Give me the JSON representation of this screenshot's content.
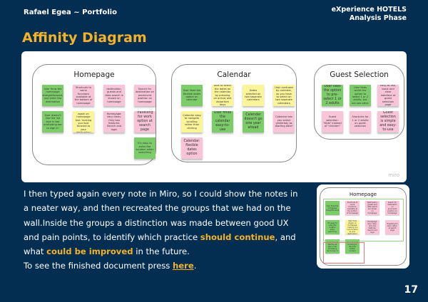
{
  "header": {
    "left": "Rafael Egea ~ Portfolio",
    "right_line1": "eXperience HOTELS",
    "right_line2": "Analysis Phase"
  },
  "title": "Affinity Diagram",
  "colors": {
    "green": "#7dcc6a",
    "pink": "#f7c4d8",
    "yellow": "#fbf59a",
    "accent": "#f3b228",
    "bg": "#032e52"
  },
  "board": {
    "brand": "miro",
    "groups": [
      {
        "title": "Homepage",
        "notes": [
          {
            "t": "User finds the homepage straightforward; just enter the destination",
            "c": "green"
          },
          {
            "t": "Shortcuts to some functions available at the bottom of homepage",
            "c": "pink"
          },
          {
            "t": "destination, guests and date search is shown on homepage",
            "c": "pink"
          },
          {
            "t": "Search for destination on prominent position on homepage",
            "c": "pink"
          },
          {
            "t": "User doesn't like the 'ad sign in bar prompting her to sign in'",
            "c": "green"
          },
          {
            "t": "User find it again on homepage text 'making you look forward to your destination'",
            "c": "yellow"
          },
          {
            "t": "Homepage: Very clean. Only two features: Search and login",
            "c": "pink"
          },
          {
            "t": "Travelling for work option at search page",
            "c": "pink",
            "big": true
          },
          {
            "t": "",
            "c": "none"
          },
          {
            "t": "",
            "c": "none"
          },
          {
            "t": "",
            "c": "none"
          },
          {
            "t": "It's easy to enter the location when searching",
            "c": "green"
          }
        ]
      },
      {
        "title": "Calendar",
        "notes": [
          {
            "t": "User liked the flexible dates option on calendar",
            "c": "green"
          },
          {
            "t": "Able to select the dates on the calendar by pressing on arrival and departure days",
            "c": "yellow"
          },
          {
            "t": "Dates selected on two separate calendars",
            "c": "yellow"
          },
          {
            "t": "User confused by calendar, as you have to select on two separate calendars",
            "c": "yellow"
          },
          {
            "t": "Calendar easy to navigate scrolling rather than clicking",
            "c": "yellow"
          },
          {
            "t": "User finds the calendar easy-to-use",
            "c": "green",
            "big": true
          },
          {
            "t": "Calendar doesn't go one year ahead",
            "c": "green",
            "big": true
          },
          {
            "t": "Calendar lets you select yesterday as starting date!",
            "c": "pink"
          },
          {
            "t": "Calendar: flexible dates option",
            "c": "pink",
            "big": true
          }
        ]
      },
      {
        "title": "Guest Selection",
        "notes": [
          {
            "t": "User likes the option to pre-select 1 or 2 adults",
            "c": "green",
            "big": true
          },
          {
            "t": "User finds weird the option to select 1 or 2 adults, but not see other",
            "c": "green"
          },
          {
            "t": "Easy-to-use, basic and clear interface at guest selection page",
            "c": "pink"
          },
          {
            "t": "Guest selection: \"Kids\" instead of \"children\"",
            "c": "pink"
          },
          {
            "t": "Shortcuts for 1 or 2 adults on guest selection",
            "c": "pink"
          },
          {
            "t": "Guest selection is simple and easy-to-use",
            "c": "pink",
            "big": true
          }
        ]
      }
    ]
  },
  "paragraph": {
    "p1": "I then typed again every note in Miro, so I could show the notes in a neater way, and then recreated the groups that we had on the wall.Inside the groups a distinction was made between good UX and pain points, to identify which practice ",
    "h1": "should continue",
    "p2": ", and what ",
    "h2": "could be improved",
    "p3": " in the future.",
    "p4": "To see the finished document press ",
    "link": "here",
    "p5": "."
  },
  "thumbnail": {
    "title": "Homepage",
    "notes": [
      {
        "t": "User finds the homepage straightforward",
        "c": "green"
      },
      {
        "t": "Shortcuts to some functions available at the bottom of homepage",
        "c": "pink"
      },
      {
        "t": "Destination, guests and date search are shown on homepage",
        "c": "pink"
      },
      {
        "t": "Search for destination on prominent position on homepage",
        "c": "pink"
      },
      {
        "t": "It's easy to enter the location when searching",
        "c": "green"
      },
      {
        "t": "User finds slogan on homepage 'making you look forward to your destination'",
        "c": "yellow"
      },
      {
        "t": "Homepage: Very clean. Only two features: Search and login",
        "c": "pink"
      },
      {
        "t": "Travelling for work option at search page",
        "c": "pink"
      },
      {
        "t": "User doesn't like the ad sign in bar prompting her to sign in",
        "c": "green"
      },
      {
        "t": "User doesn't scrolling to discover hidden content",
        "c": "green"
      }
    ]
  },
  "page_number": "17"
}
